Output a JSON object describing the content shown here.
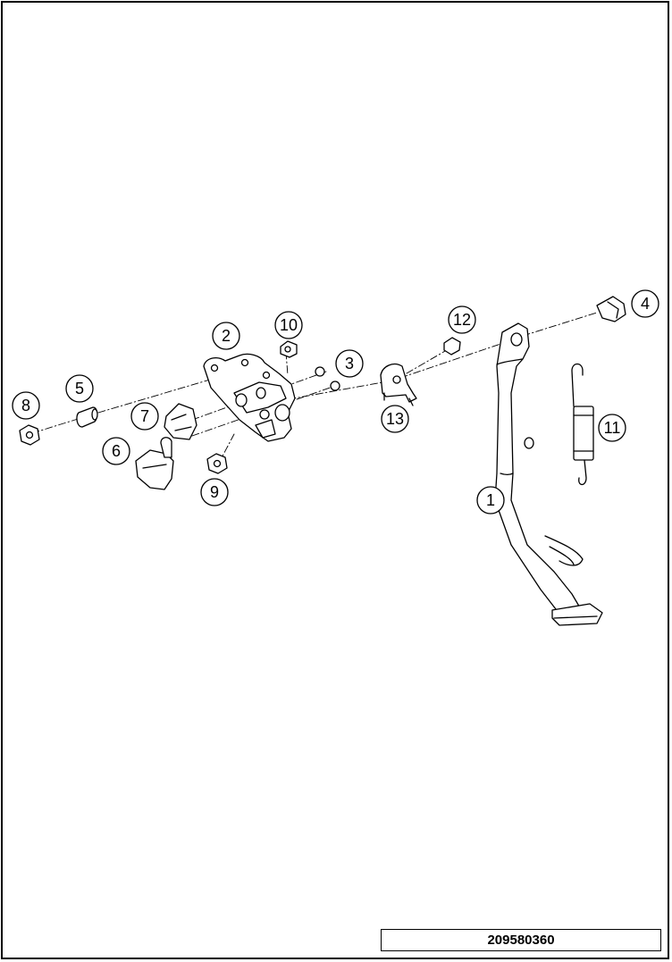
{
  "drawing_number": "209580360",
  "callouts": [
    {
      "label": "1"
    },
    {
      "label": "2"
    },
    {
      "label": "3"
    },
    {
      "label": "4"
    },
    {
      "label": "5"
    },
    {
      "label": "6"
    },
    {
      "label": "7"
    },
    {
      "label": "8"
    },
    {
      "label": "9"
    },
    {
      "label": "10"
    },
    {
      "label": "11"
    },
    {
      "label": "12"
    },
    {
      "label": "13"
    }
  ]
}
